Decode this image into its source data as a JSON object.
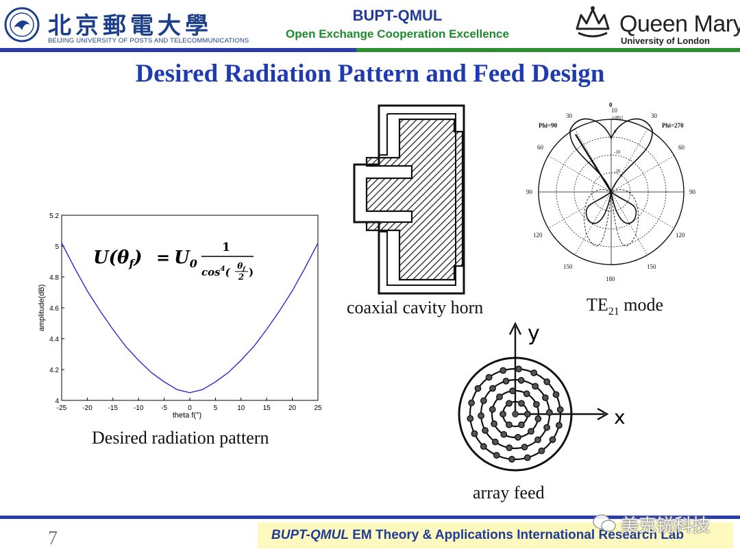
{
  "header": {
    "left_logo": {
      "cn_name": "北京郵電大學",
      "en_name": "BEIJING UNIVERSITY OF POSTS AND TELECOMMUNICATIONS"
    },
    "center_title": "BUPT-QMUL",
    "center_subtitle": "Open Exchange Cooperation Excellence",
    "right_logo": {
      "name": "Queen Mary",
      "sub": "University of London"
    },
    "colors": {
      "blue": "#2b3ea8",
      "green": "#2d8c34"
    }
  },
  "slide": {
    "title": "Desired Radiation Pattern and Feed Design",
    "page_number": "7"
  },
  "radiation_chart": {
    "caption": "Desired radiation pattern",
    "formula": {
      "lhs": "U(θ",
      "lhs_sub": "f",
      "lhs_close": ")",
      "eq": "=",
      "u0": "U",
      "u0_sub": "0",
      "numerator": "1",
      "den_cos": "cos",
      "den_pow": "4",
      "den_theta": "θ",
      "den_theta_sub": "f",
      "den_two": "2"
    }
  },
  "chart_data": {
    "type": "line",
    "xlabel": "theta f(°)",
    "ylabel": "amplitude(dB)",
    "xlim": [
      -25,
      25
    ],
    "ylim": [
      4,
      5.2
    ],
    "xticks": [
      -25,
      -20,
      -15,
      -10,
      -5,
      0,
      5,
      10,
      15,
      20,
      25
    ],
    "yticks": [
      4,
      4.2,
      4.4,
      4.6,
      4.8,
      5,
      5.2
    ],
    "ytick_labels": [
      "4",
      "4.2",
      "4.4",
      "4.6",
      "4.8",
      "5",
      "5.2"
    ],
    "grid": false,
    "series": [
      {
        "color": "#2a2ad0",
        "x": [
          -25,
          -22.5,
          -20,
          -17.5,
          -15,
          -12.5,
          -10,
          -7.5,
          -5,
          -2.5,
          0,
          2.5,
          5,
          7.5,
          10,
          12.5,
          15,
          17.5,
          20,
          22.5,
          25
        ],
        "y": [
          5.02,
          4.86,
          4.71,
          4.58,
          4.46,
          4.35,
          4.26,
          4.18,
          4.12,
          4.07,
          4.05,
          4.07,
          4.12,
          4.18,
          4.26,
          4.35,
          4.46,
          4.58,
          4.71,
          4.86,
          5.02
        ]
      }
    ]
  },
  "horn": {
    "caption": "coaxial cavity horn"
  },
  "polar_plot": {
    "caption_main": "TE",
    "caption_sub": "21",
    "caption_tail": " mode",
    "labels": {
      "phi_left": "Phi=90",
      "phi_right": "Phi=270",
      "top_zero": "0",
      "top_ten": "10",
      "unit": "[dBi]",
      "r0": "0",
      "r10": "-10",
      "r20": "-20",
      "a30l": "30",
      "a30r": "30",
      "a60l": "60",
      "a60r": "60",
      "a90l": "90",
      "a90r": "90",
      "a120l": "120",
      "a120r": "120",
      "a150l": "150",
      "a150r": "150",
      "a180": "180"
    }
  },
  "array_feed": {
    "caption": "array feed",
    "axis_x": "x",
    "axis_y": "y"
  },
  "footer": {
    "part1": "BUPT-QMUL",
    "part2": " EM Theory & Applications International Research Lab",
    "watermark": "美克锐科技"
  }
}
